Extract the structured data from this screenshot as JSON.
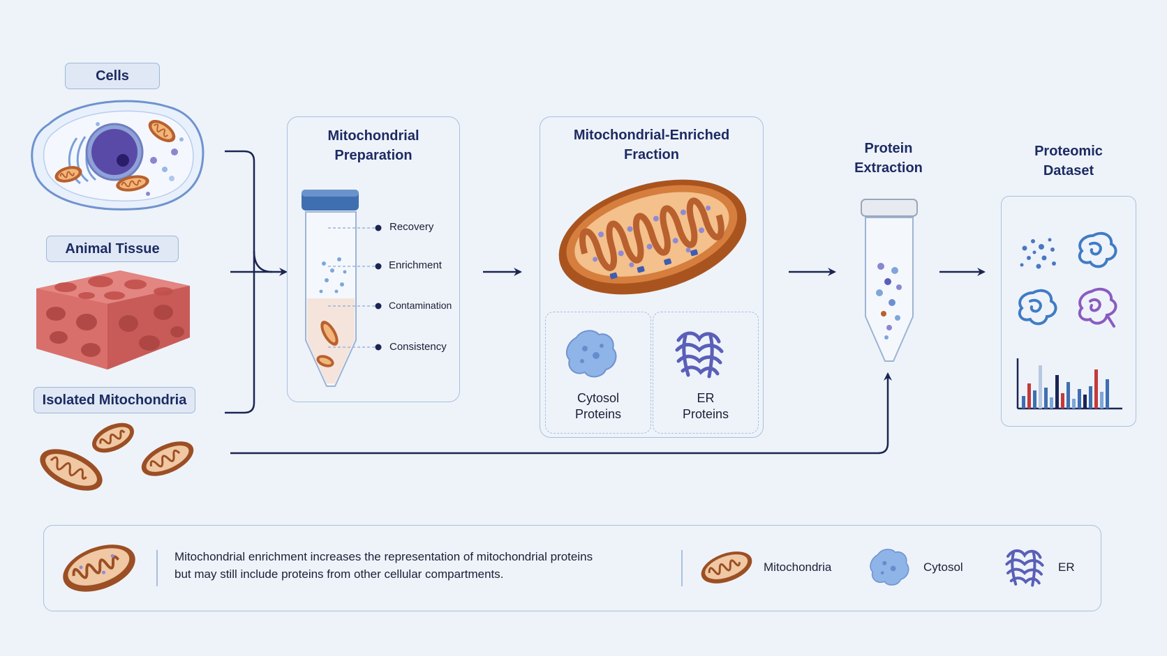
{
  "sources": {
    "cells": "Cells",
    "tissue": "Animal Tissue",
    "isolated": "Isolated Mitochondria"
  },
  "preparation": {
    "title_line1": "Mitochondrial",
    "title_line2": "Preparation",
    "steps": [
      "Recovery",
      "Enrichment",
      "Contamination",
      "Consistency"
    ]
  },
  "fraction": {
    "title_line1": "Mitochondrial-Enriched",
    "title_line2": "Fraction",
    "cytosol_line1": "Cytosol",
    "cytosol_line2": "Proteins",
    "er_line1": "ER",
    "er_line2": "Proteins"
  },
  "extraction": {
    "title_line1": "Protein",
    "title_line2": "Extraction"
  },
  "dataset": {
    "title_line1": "Proteomic",
    "title_line2": "Dataset"
  },
  "legend": {
    "note_line1": "Mitochondrial enrichment increases the representation of mitochondrial proteins",
    "note_line2": "but may still include proteins from other cellular compartments.",
    "items": [
      "Mitochondria",
      "Cytosol",
      "ER"
    ]
  },
  "colors": {
    "arrow": "#1b2553",
    "mito_outer": "#b8602e",
    "mito_inner": "#f2b57a",
    "cytosol": "#8fb4e8",
    "er": "#5a5fb8",
    "nucleus": "#5a4aa8",
    "tissue": "#d96f6a"
  }
}
